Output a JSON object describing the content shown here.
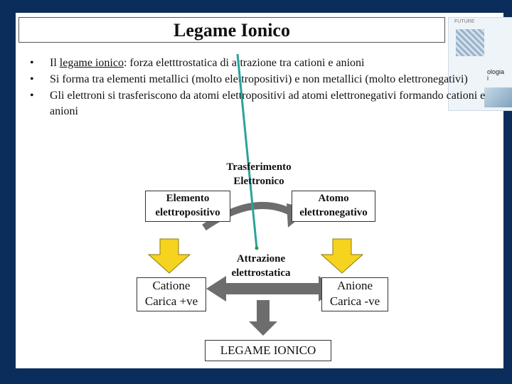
{
  "slide": {
    "title": "Legame Ionico",
    "bullets": [
      {
        "marker": "•",
        "prefix": "Il ",
        "term": "legame ionico",
        "text": ": forza eletttrostatica di attrazione tra cationi e anioni"
      },
      {
        "marker": "•",
        "text": "Si forma tra elementi metallici (molto elettropositivi) e non metallici (molto elettronegativi)"
      },
      {
        "marker": "•",
        "text": "Gli elettroni si trasferiscono da atomi elettropositivi ad atomi elettronegativi formando cationi e anioni"
      }
    ]
  },
  "logo": {
    "tag": "FUTURE",
    "text_line1": "ologia",
    "text_line2": "i"
  },
  "diagram": {
    "transfer_label_1": "Trasferimento",
    "transfer_label_2": "Elettronico",
    "electropositive_1": "Elemento",
    "electropositive_2": "elettropositivo",
    "electronegative_1": "Atomo",
    "electronegative_2": "elettronegativo",
    "attraction_1": "Attrazione",
    "attraction_2": "elettrostatica",
    "cation_1": "Catione",
    "cation_2": "Carica +ve",
    "anion_1": "Anione",
    "anion_2": "Carica -ve",
    "result": "LEGAME IONICO",
    "colors": {
      "arrow_yellow": "#f5d31f",
      "arrow_gray": "#6d6d6d",
      "pointer_line": "#2aa39a",
      "pointer_dot": "#2c9a3c"
    }
  }
}
